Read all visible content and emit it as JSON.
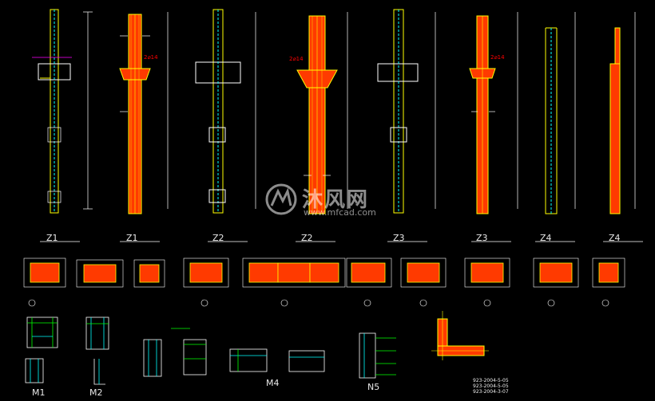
{
  "columns": [
    {
      "label": "Z1"
    },
    {
      "label": "Z1"
    },
    {
      "label": "Z2"
    },
    {
      "label": "Z2"
    },
    {
      "label": "Z3"
    },
    {
      "label": "Z3"
    },
    {
      "label": "Z4"
    },
    {
      "label": "Z4"
    }
  ],
  "details": {
    "m1": "M1",
    "m2": "M2",
    "m4": "M4",
    "n5": "N5"
  },
  "notes": [
    "923-2004-5-05",
    "923-2004-5-05",
    "923-2004-3-07"
  ],
  "watermark": {
    "brand": "沐风网",
    "url": "www.mfcad.com"
  },
  "colors": {
    "background": "#000000",
    "column_fill": "#ff3a00",
    "column_outline": "#ffff00",
    "linework": "#ffffff",
    "accent_cyan": "#00ffff",
    "accent_green": "#00ff00",
    "accent_magenta": "#ff00ff"
  }
}
